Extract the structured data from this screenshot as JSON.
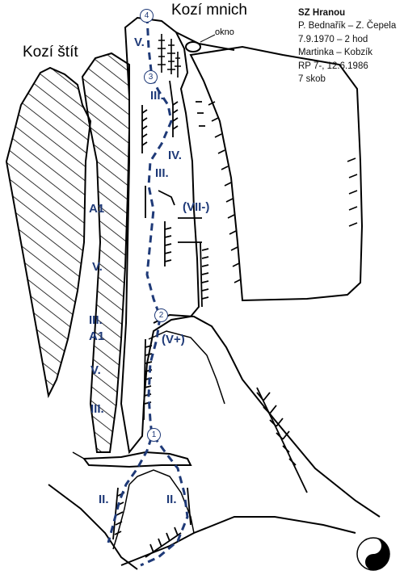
{
  "peaks": {
    "left": "Kozí štít",
    "right": "Kozí mnich"
  },
  "window_label": "okno",
  "info": {
    "title": "SZ Hranou",
    "lines": [
      "P. Bednařík – Z. Čepela",
      "7.9.1970 – 2 hod",
      "Martinka – Kobzík",
      "RP 7-, 12.6.1986",
      "7 skob"
    ]
  },
  "grades": {
    "g1": "V.",
    "g2": "III.",
    "g3": "IV.",
    "g4": "III.",
    "g5": "(VII-)",
    "g6": "A1",
    "g7": "V.",
    "g8": "III.",
    "g9": "A1",
    "g10": "(V+)",
    "g11": "V.",
    "g12": "III.",
    "g13": "II.",
    "g14": "II."
  },
  "stands": {
    "s1": "1",
    "s2": "2",
    "s3": "3",
    "s4": "4"
  },
  "colors": {
    "route": "#1f3a78",
    "ink": "#000000"
  },
  "icons": {
    "logo": "yin-yang-icon"
  }
}
